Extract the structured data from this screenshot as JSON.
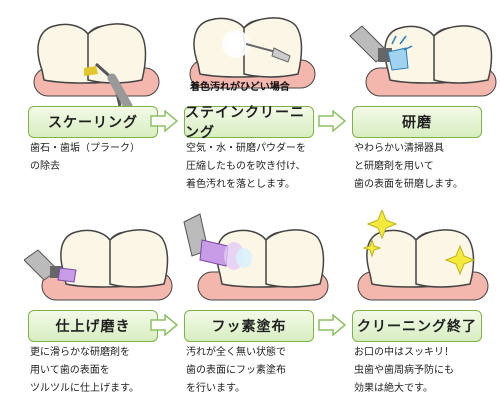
{
  "steps": [
    {
      "id": "scaling",
      "label": "スケーリング",
      "desc": [
        "歯石・歯垢（プラーク）",
        "の除去"
      ]
    },
    {
      "id": "stain",
      "label": "ステインクリーニング",
      "note": "着色汚れがひどい場合",
      "desc": [
        "空気・水・研磨パウダーを",
        "圧縮したものを吹き付け、",
        "着色汚れを落とします。"
      ]
    },
    {
      "id": "polish",
      "label": "研磨",
      "desc": [
        "やわらかい清掃器具",
        "と研磨剤を用いて",
        "歯の表面を研磨します。"
      ]
    },
    {
      "id": "finish-polish",
      "label": "仕上げ磨き",
      "desc": [
        "更に滑らかな研磨剤を",
        "用いて歯の表面を",
        "ツルツルに仕上げます。"
      ]
    },
    {
      "id": "fluoride",
      "label": "フッ素塗布",
      "desc": [
        "汚れが全く無い状態で",
        "歯の表面にフッ素塗布",
        "を行います。"
      ]
    },
    {
      "id": "complete",
      "label": "クリーニング終了",
      "desc": [
        "お口の中はスッキリ！",
        "虫歯や歯周病予防にも",
        "効果は絶大です。"
      ]
    }
  ],
  "colors": {
    "gum": "#f4b7ae",
    "tooth": "#fbf6e6",
    "label_border": "#7fb34a",
    "arrow": "#8cc063",
    "sparkle": "#f3ea3c"
  }
}
